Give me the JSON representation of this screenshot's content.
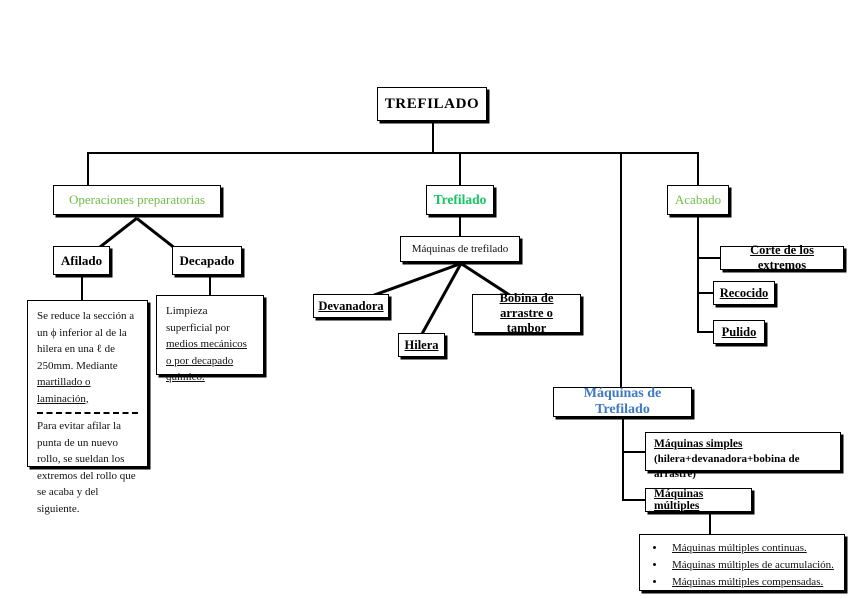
{
  "diagram": {
    "title": "TREFILADO",
    "colors": {
      "green_light": "#6fbf4a",
      "green_bold": "#19c463",
      "blue": "#3f79c4",
      "line": "#000000",
      "background": "#ffffff"
    },
    "root": {
      "label": "TREFILADO"
    },
    "branches": {
      "preparatorias": {
        "label": "Operaciones preparatorias",
        "children": {
          "afilado": {
            "label": "Afilado"
          },
          "decapado": {
            "label": "Decapado"
          }
        },
        "notes": {
          "afilado_part1": "Se reduce la sección a un ϕ inferior al de la hilera en una ℓ de 250mm. Mediante ",
          "afilado_part1_underlined": "martillado o laminación,",
          "afilado_part2": "Para evitar afilar la punta de un nuevo rollo, se sueldan los extremos del rollo que se acaba y del siguiente.",
          "decapado_prefix": "Limpieza superficial por ",
          "decapado_underlined": "medios mecánicos o por decapado químico."
        }
      },
      "trefilado": {
        "label": "Trefilado",
        "machines_node": {
          "label": "Máquinas de trefilado"
        },
        "children": {
          "devanadora": {
            "label": "Devanadora"
          },
          "hilera": {
            "label": "Hilera"
          },
          "bobina": {
            "label": "Bobina de arrastre o tambor"
          }
        }
      },
      "acabado": {
        "label": "Acabado",
        "children": {
          "corte": {
            "label": "Corte de los extremos"
          },
          "recocido": {
            "label": "Recocido"
          },
          "pulido": {
            "label": "Pulido"
          }
        }
      }
    },
    "machines_section": {
      "title": "Máquinas de Trefilado",
      "simples": {
        "label": "Máquinas simples",
        "detail": "(hilera+devanadora+bobina de arrastre)"
      },
      "multiples": {
        "label": "Máquinas múltiples",
        "items": [
          "Máquinas múltiples continuas.",
          "Máquinas múltiples de acumulación.",
          "Máquinas múltiples compensadas."
        ]
      }
    }
  }
}
